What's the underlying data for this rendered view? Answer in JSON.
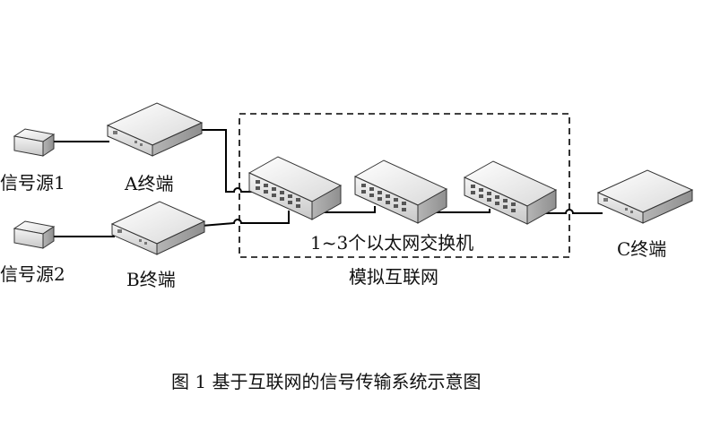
{
  "labels": {
    "source1": "信号源1",
    "source2": "信号源2",
    "terminal_a": "A终端",
    "terminal_b": "B终端",
    "terminal_c": "C终端",
    "switches": "1~3个以太网交换机",
    "internet": "模拟互联网"
  },
  "caption": "图 1  基于互联网的信号传输系统示意图",
  "colors": {
    "line": "#000000",
    "device_top": "#f2f2f2",
    "device_side": "#cfcfcf",
    "device_front": "#e6e6e6"
  }
}
